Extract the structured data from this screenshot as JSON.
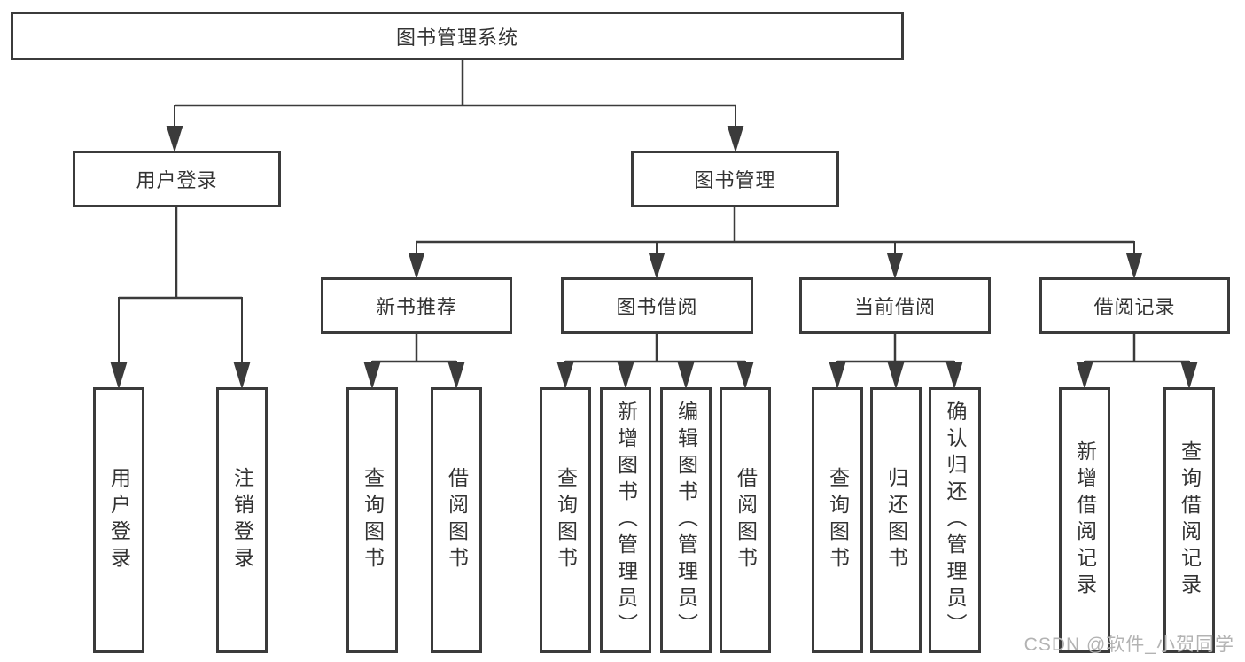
{
  "colors": {
    "line": "#3b3b3b",
    "text": "#333333",
    "watermark": "#b3b3b3",
    "background": "#ffffff"
  },
  "tree": {
    "root": "图书管理系统",
    "login": {
      "label": "用户登录",
      "children": [
        "用户登录",
        "注销登录"
      ]
    },
    "manage": {
      "label": "图书管理",
      "children": [
        {
          "label": "新书推荐",
          "children": [
            "查询图书",
            "借阅图书"
          ]
        },
        {
          "label": "图书借阅",
          "children": [
            "查询图书",
            "新增图书（管理员）",
            "编辑图书（管理员）",
            "借阅图书"
          ]
        },
        {
          "label": "当前借阅",
          "children": [
            "查询图书",
            "归还图书",
            "确认归还（管理员）"
          ]
        },
        {
          "label": "借阅记录",
          "children": [
            "新增借阅记录",
            "查询借阅记录"
          ]
        }
      ]
    }
  },
  "watermark": "CSDN @软件_小贺同学"
}
